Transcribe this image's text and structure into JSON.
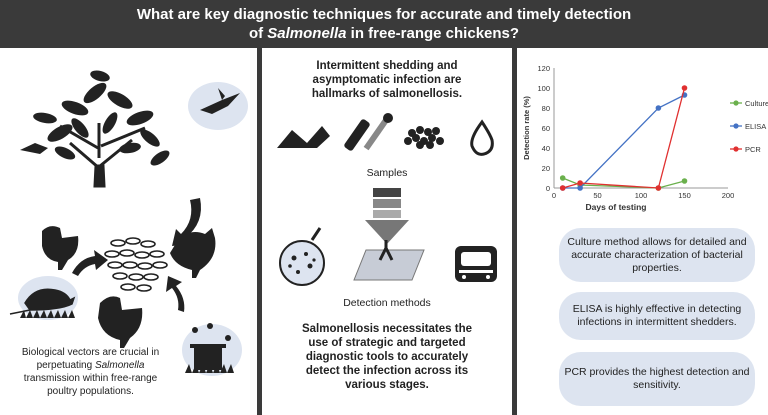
{
  "header": {
    "line1": "What are key diagnostic techniques for accurate and timely detection",
    "line2_italic": "Salmonella",
    "line2_prefix": "of ",
    "line2_suffix": " in free-range chickens?"
  },
  "left_panel": {
    "caption_a": "Biological vectors are crucial in",
    "caption_b_prefix": "perpetuating ",
    "caption_b_italic": "Salmonella",
    "caption_c": "transmission within free-range",
    "caption_d": "poultry populations."
  },
  "middle_panel": {
    "intro_line1": "Intermittent shedding and",
    "intro_line2": "asymptomatic infection are",
    "intro_line3": "hallmarks of salmonellosis.",
    "samples_label": "Samples",
    "detection_label": "Detection methods",
    "conclusion_line1": "Salmonellosis necessitates the",
    "conclusion_line2": "use of strategic and targeted",
    "conclusion_line3": "diagnostic tools to accurately",
    "conclusion_line4": "detect the infection across its",
    "conclusion_line5": "various stages."
  },
  "right_panel": {
    "pill1": "Culture method allows for detailed and accurate characterization of bacterial properties.",
    "pill2": "ELISA is highly effective in detecting infections in intermittent shedders.",
    "pill3": "PCR provides the highest detection and sensitivity."
  },
  "chart_data": {
    "type": "line",
    "xlabel": "Days of testing",
    "ylabel": "Detection rate (%)",
    "xlim": [
      0,
      200
    ],
    "ylim": [
      0,
      120
    ],
    "xticks": [
      "0",
      "50",
      "100",
      "150",
      "200"
    ],
    "yticks": [
      "0",
      "20",
      "40",
      "60",
      "80",
      "100",
      "120"
    ],
    "grid": false,
    "legend_position": "right",
    "series": [
      {
        "name": "Culture",
        "color": "#6ab04c",
        "x": [
          10,
          30,
          120,
          150
        ],
        "y": [
          10,
          3,
          0,
          7
        ]
      },
      {
        "name": "ELISA",
        "color": "#4472c4",
        "x": [
          10,
          30,
          120,
          150
        ],
        "y": [
          0,
          0,
          80,
          93
        ]
      },
      {
        "name": "PCR",
        "color": "#e03030",
        "x": [
          10,
          30,
          120,
          150
        ],
        "y": [
          0,
          5,
          0,
          100
        ]
      }
    ]
  }
}
